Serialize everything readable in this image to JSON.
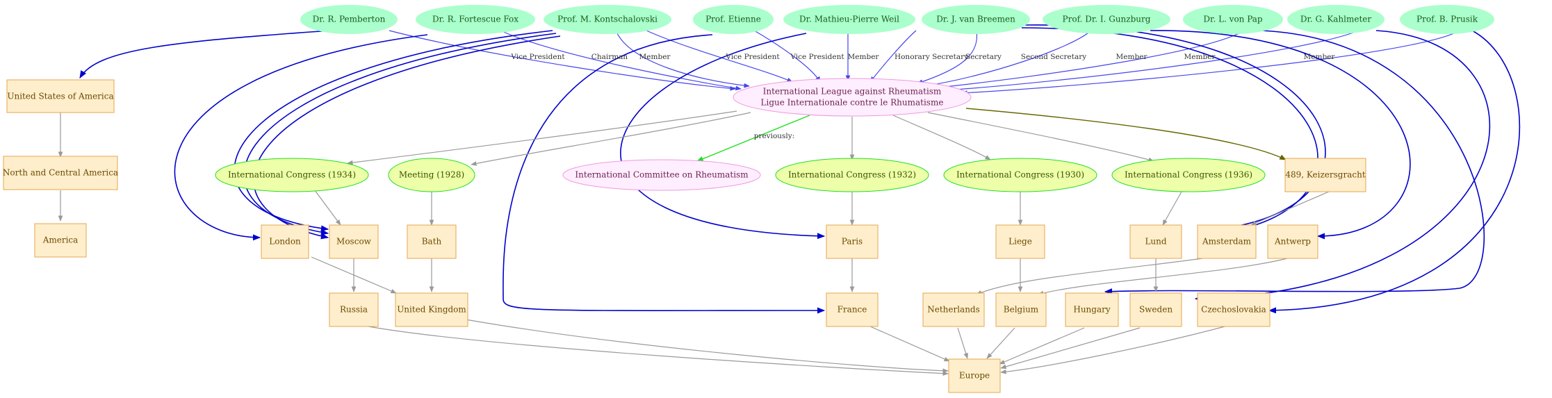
{
  "persons": [
    {
      "id": "pemberton",
      "label": "Dr. R. Pemberton"
    },
    {
      "id": "fox",
      "label": "Dr. R.  Fortescue Fox"
    },
    {
      "id": "kontschalovski",
      "label": "Prof. M. Kontschalovski"
    },
    {
      "id": "etienne",
      "label": "Prof. Etienne"
    },
    {
      "id": "weil",
      "label": "Dr. Mathieu-Pierre Weil"
    },
    {
      "id": "breemen",
      "label": "Dr. J. van Breemen"
    },
    {
      "id": "gunzburg",
      "label": "Prof. Dr. I. Gunzburg"
    },
    {
      "id": "pap",
      "label": "Dr. L.  von Pap"
    },
    {
      "id": "kahlmeter",
      "label": "Dr. G. Kahlmeter"
    },
    {
      "id": "prusik",
      "label": "Prof. B. Prusik"
    }
  ],
  "organization": {
    "id": "ilar",
    "label_line1": "International League against Rheumatism",
    "label_line2": "Ligue Internationale contre le Rhumatisme"
  },
  "predecessor": {
    "id": "icr",
    "label": "International Committee on Rheumatism"
  },
  "events": [
    {
      "id": "ic1934",
      "label": "International Congress (1934)"
    },
    {
      "id": "m1928",
      "label": "Meeting (1928)"
    },
    {
      "id": "ic1932",
      "label": "International Congress (1932)"
    },
    {
      "id": "ic1930",
      "label": "International Congress (1930)"
    },
    {
      "id": "ic1936",
      "label": "International Congress (1936)"
    }
  ],
  "places": [
    {
      "id": "usa",
      "label": "United States of America"
    },
    {
      "id": "nca",
      "label": "North and Central America"
    },
    {
      "id": "america",
      "label": "America"
    },
    {
      "id": "london",
      "label": "London"
    },
    {
      "id": "moscow",
      "label": "Moscow"
    },
    {
      "id": "bath",
      "label": "Bath"
    },
    {
      "id": "paris",
      "label": "Paris"
    },
    {
      "id": "liege",
      "label": "Liege"
    },
    {
      "id": "lund",
      "label": "Lund"
    },
    {
      "id": "amsterdam",
      "label": "Amsterdam"
    },
    {
      "id": "antwerp",
      "label": "Antwerp"
    },
    {
      "id": "keizersgracht",
      "label": "489, Keizersgracht"
    },
    {
      "id": "russia",
      "label": "Russia"
    },
    {
      "id": "uk",
      "label": "United Kingdom"
    },
    {
      "id": "france",
      "label": "France"
    },
    {
      "id": "netherlands",
      "label": "Netherlands"
    },
    {
      "id": "belgium",
      "label": "Belgium"
    },
    {
      "id": "hungary",
      "label": "Hungary"
    },
    {
      "id": "sweden",
      "label": "Sweden"
    },
    {
      "id": "czechoslovakia",
      "label": "Czechoslovakia"
    },
    {
      "id": "europe",
      "label": "Europe"
    }
  ],
  "edges": [
    {
      "from": "pemberton",
      "to": "ilar",
      "label": "Vice President",
      "kind": "role"
    },
    {
      "from": "fox",
      "to": "ilar",
      "label": "Chairman",
      "kind": "role"
    },
    {
      "from": "kontschalovski",
      "to": "ilar",
      "label": "Member",
      "kind": "role"
    },
    {
      "from": "kontschalovski",
      "to": "ilar",
      "label": "Vice President",
      "kind": "role"
    },
    {
      "from": "etienne",
      "to": "ilar",
      "label": "Vice President",
      "kind": "role"
    },
    {
      "from": "weil",
      "to": "ilar",
      "label": "Member",
      "kind": "role"
    },
    {
      "from": "breemen",
      "to": "ilar",
      "label": "Honorary Secretary",
      "kind": "role"
    },
    {
      "from": "breemen",
      "to": "ilar",
      "label": "Secretary",
      "kind": "role"
    },
    {
      "from": "gunzburg",
      "to": "ilar",
      "label": "Second Secretary",
      "kind": "role"
    },
    {
      "from": "pap",
      "to": "ilar",
      "label": "Member",
      "kind": "role"
    },
    {
      "from": "kahlmeter",
      "to": "ilar",
      "label": "Member",
      "kind": "role"
    },
    {
      "from": "prusik",
      "to": "ilar",
      "label": "Member",
      "kind": "role"
    },
    {
      "from": "ilar",
      "to": "icr",
      "label": "previously:",
      "kind": "previous"
    },
    {
      "from": "ilar",
      "to": "keizersgracht",
      "label": "",
      "kind": "address"
    }
  ],
  "colors": {
    "person_fill": "#aaffcc",
    "place_fill": "#ffeecc",
    "place_stroke": "#e6a64d",
    "event_fill": "#eeffaa",
    "event_stroke": "#22dd22",
    "org_fill": "#ffeeff",
    "org_stroke": "#ee99dd",
    "role_edge": "#4444ee",
    "location_edge": "#0000cc",
    "hierarchy_edge": "#999999",
    "previous_edge": "#22dd22",
    "address_edge": "#666600"
  }
}
